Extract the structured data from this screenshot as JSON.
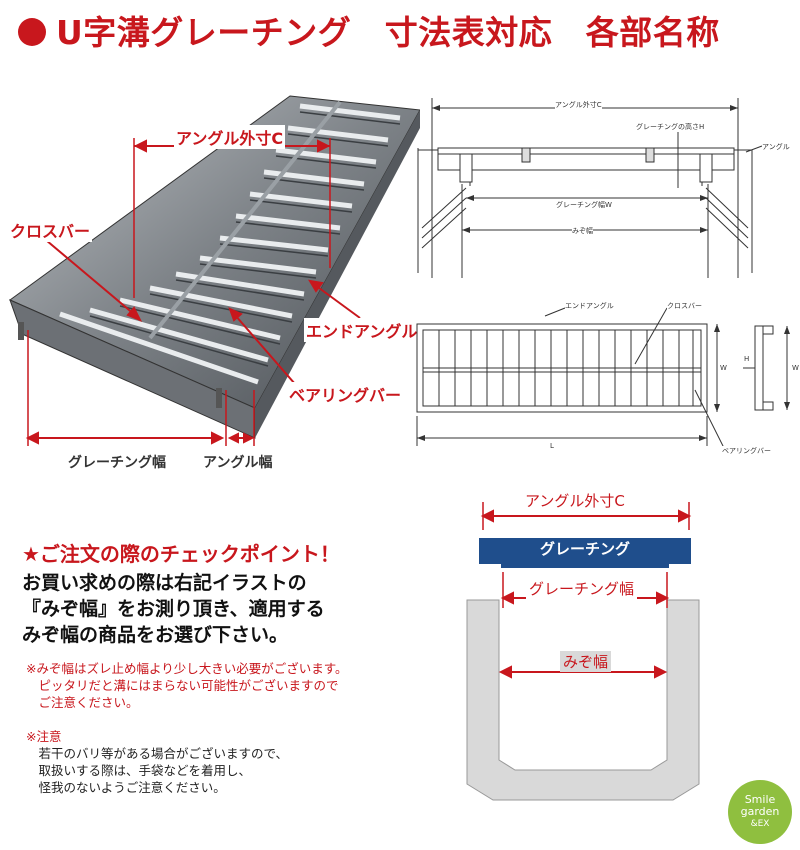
{
  "title": "U字溝グレーチング　寸法表対応　各部名称",
  "photo_labels": {
    "angle_outer": "アングル外寸C",
    "crossbar": "クロスバー",
    "end_angle": "エンドアングル",
    "bearing_bar": "ベアリングバー",
    "grating_width": "グレーチング幅",
    "angle_width": "アングル幅"
  },
  "drawing_labels": {
    "angle_outer": "アングル外寸C",
    "grating_height": "グレーチングの高さH",
    "angle": "アングル",
    "grating_width": "グレーチング幅W",
    "ditch_width": "みぞ幅",
    "end_angle": "エンドアングル",
    "crossbar": "クロスバー",
    "bearing_bar": "ベアリングバー",
    "w": "W",
    "h": "H",
    "l": "L"
  },
  "section_labels": {
    "angle_outer": "アングル外寸C",
    "grating": "グレーチング",
    "grating_width": "グレーチング幅",
    "ditch_width": "みぞ幅"
  },
  "checkpoint": {
    "title": "★ご注文の際のチェックポイント！",
    "lines": [
      "お買い求めの際は右記イラストの",
      "『みぞ幅』をお測り頂き、適用する",
      "みぞ幅の商品をお選び下さい。"
    ]
  },
  "note1": {
    "lines": [
      "※みぞ幅はズレ止め幅より少し大きい必要がございます。",
      "　ピッタリだと溝にはまらない可能性がございますので",
      "　ご注意ください。"
    ]
  },
  "note2": {
    "lines": [
      "※注意",
      "　若干のバリ等がある場合がございますので、",
      "　取扱いする際は、手袋などを着用し、",
      "　怪我のないようご注意ください。"
    ]
  },
  "logo": {
    "line1": "Smile",
    "line2": "garden",
    "line3": "&EX"
  },
  "colors": {
    "accent": "#c8171d",
    "grating_blue": "#1f4e8c",
    "ditch_gray": "#d9d9d9"
  }
}
